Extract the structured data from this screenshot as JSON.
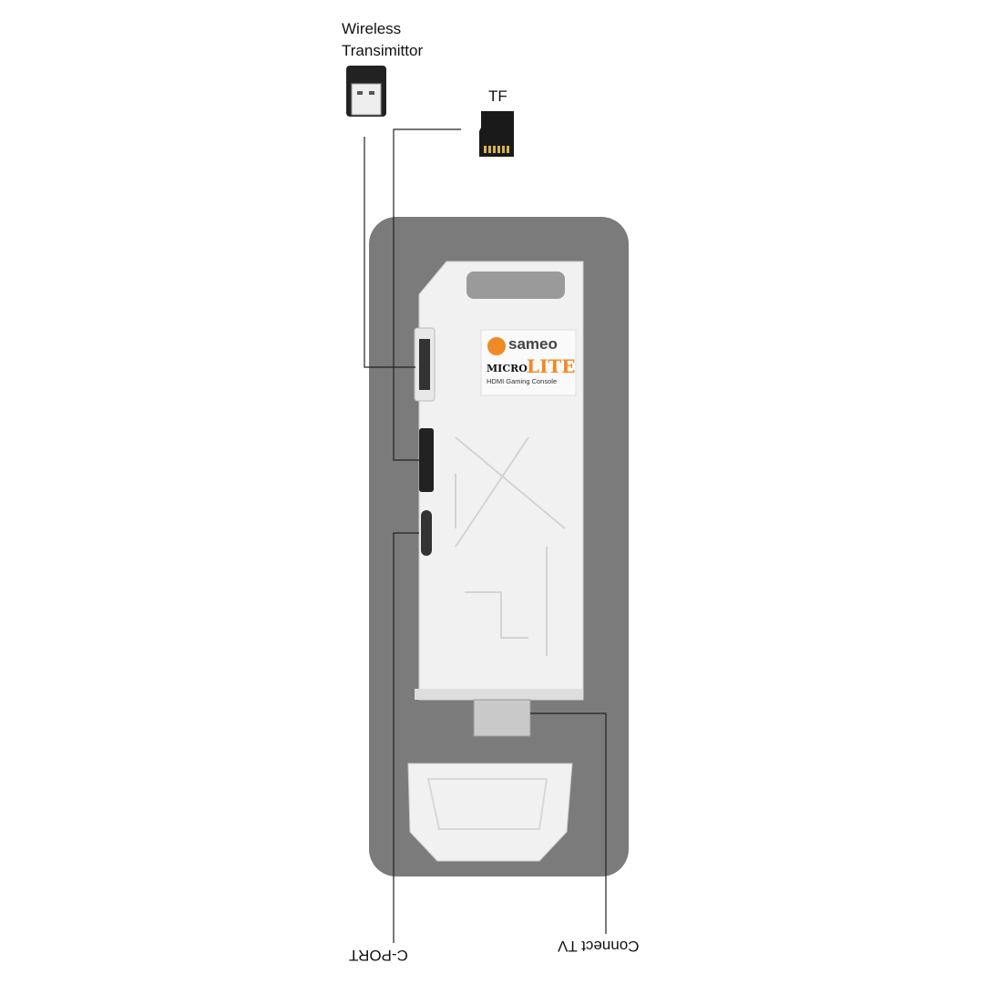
{
  "labels": {
    "wireless": "Wireless Transimittor",
    "tf": "TF",
    "cport": "C-PORT",
    "connect_tv": "Connect TV"
  },
  "product": {
    "brand": "sameo",
    "model_a": "MICRO",
    "model_b": "LITE",
    "subtitle": "HDMI Gaming Console"
  },
  "colors": {
    "accent": "#f08a24",
    "panel": "#7b7b7b"
  }
}
